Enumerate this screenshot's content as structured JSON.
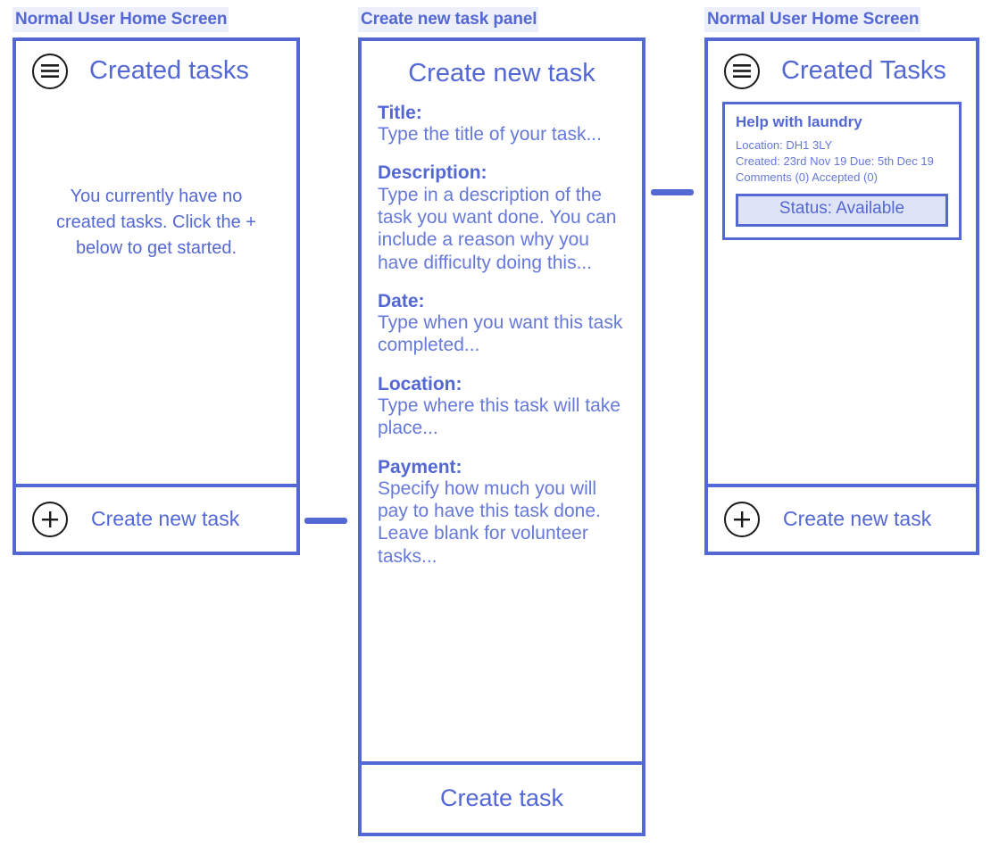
{
  "panels": {
    "left": {
      "caption": "Normal User Home Screen",
      "header": {
        "menu_icon": "hamburger-menu-icon",
        "title": "Created tasks"
      },
      "empty_state": "You currently have no created tasks. Click the + below to get started.",
      "footer": {
        "add_icon": "plus-circle-icon",
        "label": "Create new task"
      }
    },
    "middle": {
      "caption": "Create new task panel",
      "title": "Create new task",
      "fields": [
        {
          "label": "Title:",
          "hint": "Type the title of your task..."
        },
        {
          "label": "Description:",
          "hint": "Type in a description of the task you want done. You can include a reason why you have difficulty doing this..."
        },
        {
          "label": "Date:",
          "hint": "Type when you want this task completed..."
        },
        {
          "label": "Location:",
          "hint": "Type where this task will take place..."
        },
        {
          "label": "Payment:",
          "hint": "Specify how much you will pay to have this task done. Leave blank for volunteer tasks..."
        }
      ],
      "submit_label": "Create task"
    },
    "right": {
      "caption": "Normal User Home Screen",
      "header": {
        "menu_icon": "hamburger-menu-icon",
        "title": "Created Tasks"
      },
      "task_card": {
        "title": "Help with laundry",
        "location_line": "Location: DH1 3LY",
        "dates_line": "Created: 23rd Nov 19  Due: 5th Dec 19",
        "counts_line": "Comments (0)  Accepted (0)",
        "status": "Status: Available"
      },
      "footer": {
        "add_icon": "plus-circle-icon",
        "label": "Create new task"
      }
    }
  },
  "colors": {
    "accent": "#5468d4",
    "text_muted": "#6679da",
    "caption_highlight": "#edeffb",
    "badge_fill": "#dfe3f7",
    "icon_stroke": "#1a1a1a"
  }
}
